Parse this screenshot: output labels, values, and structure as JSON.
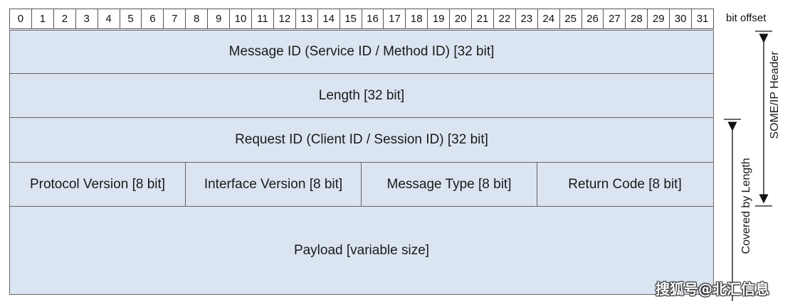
{
  "bit_offsets": [
    "0",
    "1",
    "2",
    "3",
    "4",
    "5",
    "6",
    "7",
    "8",
    "9",
    "10",
    "11",
    "12",
    "13",
    "14",
    "15",
    "16",
    "17",
    "18",
    "19",
    "20",
    "21",
    "22",
    "23",
    "24",
    "25",
    "26",
    "27",
    "28",
    "29",
    "30",
    "31"
  ],
  "bit_offset_label": "bit offset",
  "rows": {
    "message_id": "Message ID (Service ID / Method ID) [32 bit]",
    "length": "Length [32 bit]",
    "request_id": "Request ID (Client ID / Session ID) [32 bit]",
    "protocol_version": "Protocol Version [8 bit]",
    "interface_version": "Interface Version [8 bit]",
    "message_type": "Message Type [8 bit]",
    "return_code": "Return Code [8 bit]",
    "payload": "Payload [variable size]"
  },
  "side_labels": {
    "header": "SOME/IP Header",
    "covered": "Covered by Length"
  },
  "watermark": "搜狐号@北汇信息",
  "colors": {
    "field_fill": "#dbe5f1",
    "border": "#666666"
  }
}
